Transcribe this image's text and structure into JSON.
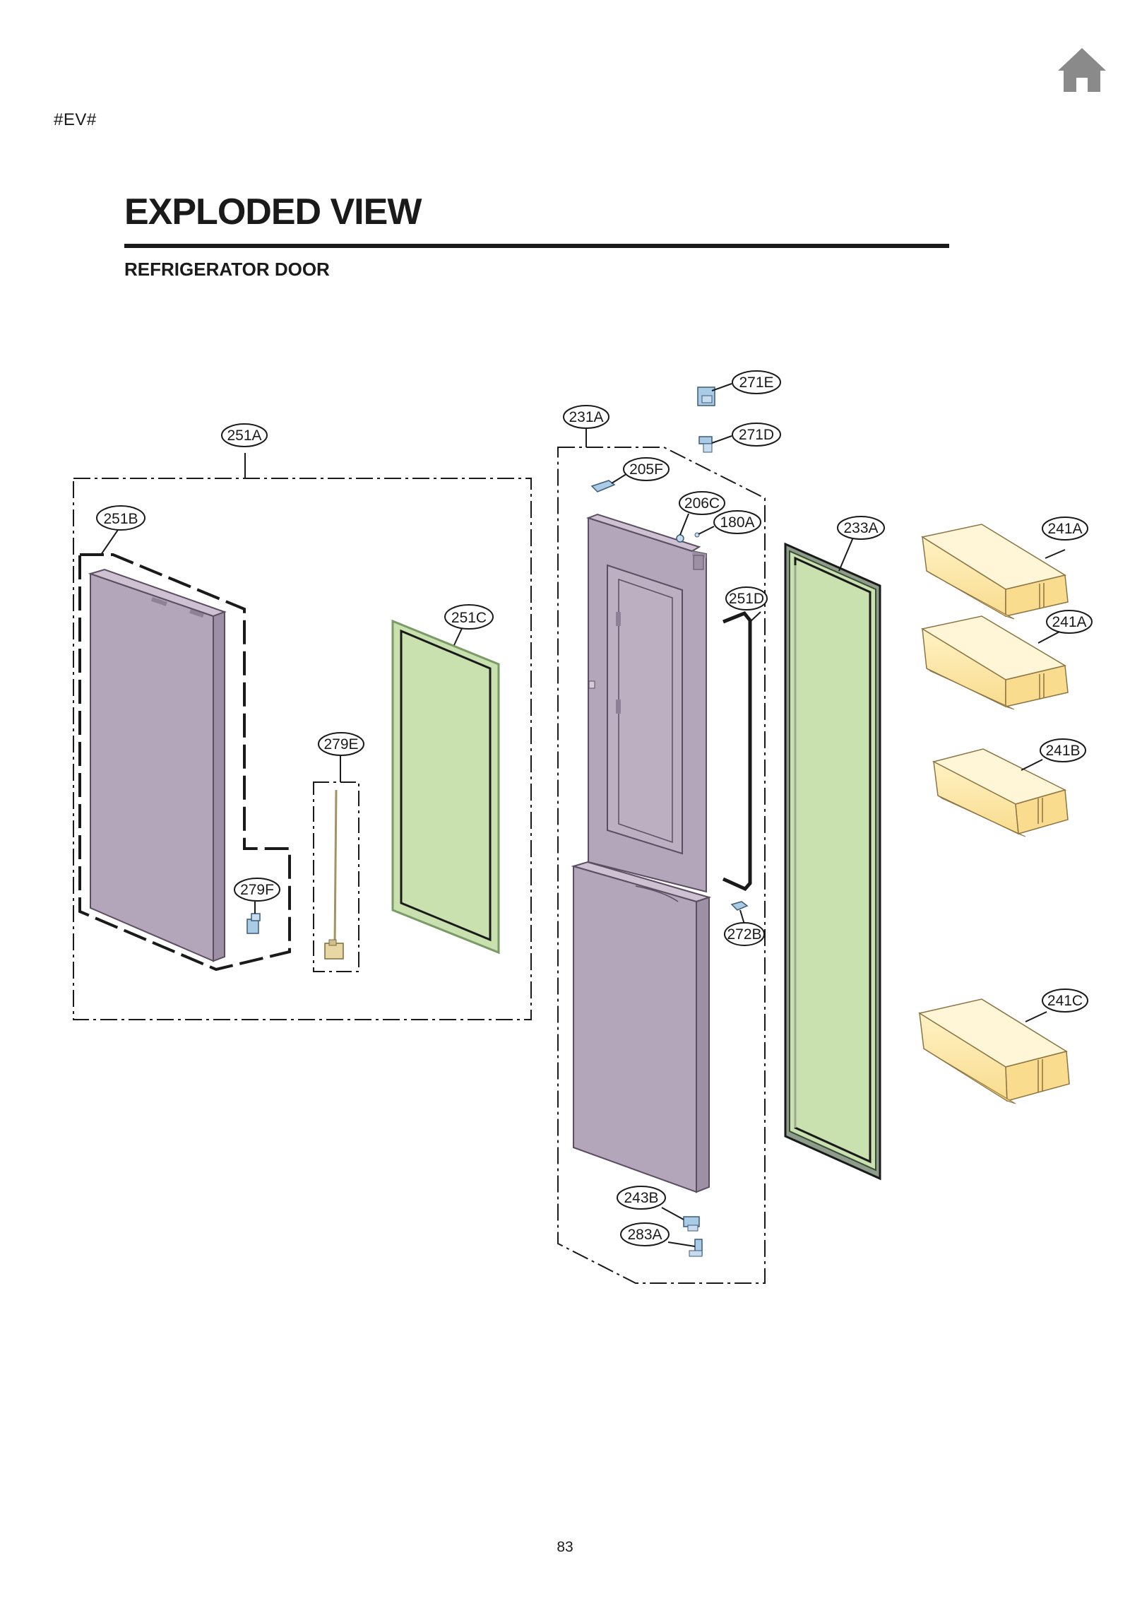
{
  "header": {
    "tag": "#EV#",
    "title": "EXPLODED VIEW",
    "subtitle": "REFRIGERATOR DOOR"
  },
  "icons": {
    "home": "home-icon"
  },
  "colors": {
    "door_panel": "#b4a6ba",
    "glass_panel": "#c9e1ae",
    "bin": "#fce6a6",
    "bracket": "#a9cbe6",
    "line": "#1a1a1a"
  },
  "callouts": {
    "c251A": "251A",
    "c251B": "251B",
    "c251C": "251C",
    "c279E": "279E",
    "c279F": "279F",
    "c231A": "231A",
    "c271E": "271E",
    "c271D": "271D",
    "c205F": "205F",
    "c206C": "206C",
    "c180A": "180A",
    "c233A": "233A",
    "c251D": "251D",
    "c272B": "272B",
    "c243B": "243B",
    "c283A": "283A",
    "c241A_1": "241A",
    "c241A_2": "241A",
    "c241B": "241B",
    "c241C": "241C"
  },
  "footer": {
    "page_number": "83"
  }
}
